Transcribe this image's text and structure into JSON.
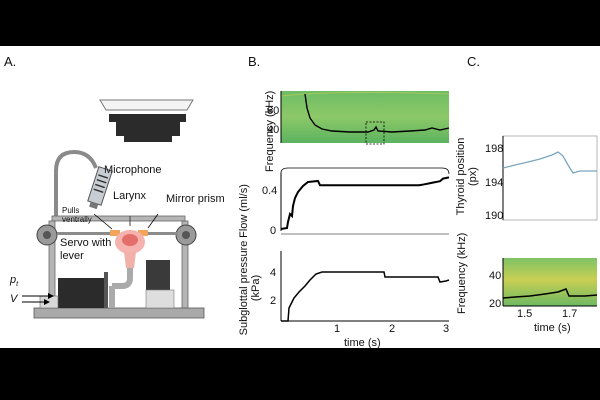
{
  "panels": {
    "a": "A.",
    "b": "B.",
    "c": "C."
  },
  "diagram": {
    "microphone": "Microphone",
    "larynx": "Larynx",
    "mirror_prism": "Mirror prism",
    "pulls_ventrally": "Pulls ventrally",
    "servo": "Servo with lever",
    "pt": "p",
    "pt_sub": "t",
    "v": "V"
  },
  "b_spectrogram": {
    "ylabel": "Frequency (kHz)",
    "yticks": [
      "60",
      "40"
    ]
  },
  "b_flow": {
    "ylabel": "Flow (ml/s)",
    "yticks": [
      "0.4",
      "0"
    ]
  },
  "b_pressure": {
    "ylabel": "Subglottal pressure (kPa)",
    "yticks": [
      "4",
      "2"
    ]
  },
  "b_xaxis": {
    "label": "time (s)",
    "ticks": [
      "1",
      "2",
      "3"
    ]
  },
  "c_thyroid": {
    "ylabel": "Thyroid position (px)",
    "yticks": [
      "198",
      "194",
      "190"
    ]
  },
  "c_spectrogram": {
    "ylabel": "Frequency (kHz)",
    "yticks": [
      "40",
      "20"
    ]
  },
  "c_xaxis": {
    "label": "time (s)",
    "ticks": [
      "1.5",
      "1.7"
    ]
  },
  "colors": {
    "spectrogram_bg": "#7fc267",
    "trace": "#000000",
    "thyroid_trace": "#7aa6bf"
  }
}
